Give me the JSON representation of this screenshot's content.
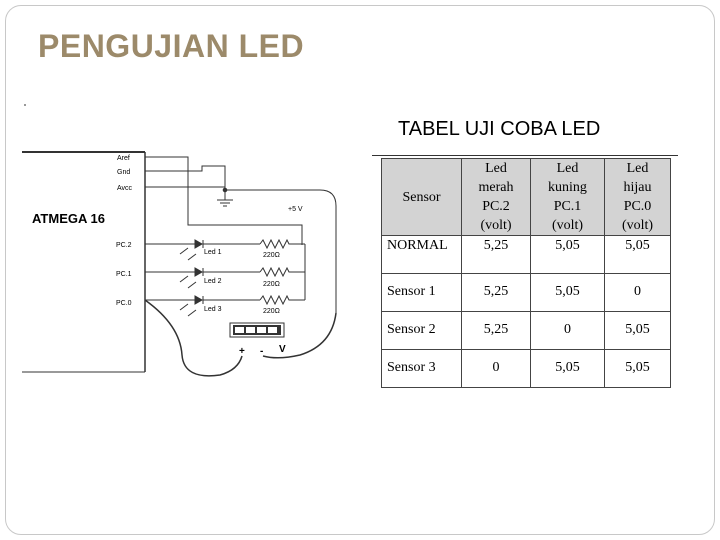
{
  "slide": {
    "title": "PENGUJIAN LED"
  },
  "circuit": {
    "chip_label": "ATMEGA 16",
    "pins": [
      "Aref",
      "Gnd",
      "Avcc",
      "PC.2",
      "PC.1",
      "PC.0"
    ],
    "supply_label": "+5 V",
    "leds": [
      "Led 1",
      "Led 2",
      "Led 3"
    ],
    "resistors": [
      "220Ω",
      "220Ω",
      "220Ω"
    ],
    "meter": {
      "plus": "+",
      "minus": "-",
      "unit": "V"
    }
  },
  "table": {
    "title": "TABEL UJI COBA LED",
    "headers": [
      [
        "Sensor"
      ],
      [
        "Led",
        "merah",
        "PC.2",
        "(volt)"
      ],
      [
        "Led",
        "kuning",
        "PC.1",
        "(volt)"
      ],
      [
        "Led",
        "hijau",
        "PC.0",
        "(volt)"
      ]
    ],
    "rows": [
      [
        "NORMAL",
        "5,25",
        "5,05",
        "5,05"
      ],
      [
        "Sensor  1",
        "5,25",
        "5,05",
        "0"
      ],
      [
        "Sensor  2",
        "5,25",
        "0",
        "5,05"
      ],
      [
        "Sensor  3",
        "0",
        "5,05",
        "5,05"
      ]
    ]
  },
  "colors": {
    "title": "#9c8a6a",
    "header_fill": "#d3d3d3"
  }
}
